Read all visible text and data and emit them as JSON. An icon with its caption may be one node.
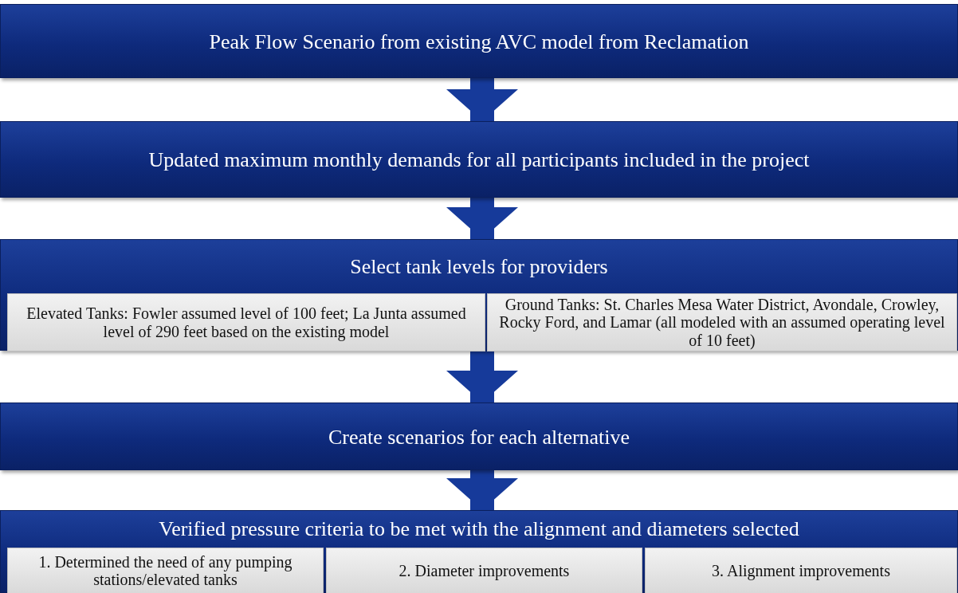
{
  "diagram": {
    "nodes": [
      {
        "text": [
          "Peak Flow Scenario from existing AVC model from Reclamation"
        ]
      },
      {
        "text": [
          "Updated maximum monthly demands for all participants included in the project"
        ]
      },
      {
        "text": [
          "Select tank levels for providers"
        ]
      },
      {
        "text": [
          "Elevated Tanks: Fowler assumed level of 100 feet; La Junta assumed level of 290 feet based on the existing model"
        ],
        "in": 2
      },
      {
        "text": [
          "Ground Tanks: St. Charles Mesa Water District, Avondale, Crowley, Rocky Ford, and Lamar (all modeled with an assumed operating level of 10 feet)"
        ],
        "in": 2
      },
      {
        "text": [
          "Create scenarios for each alternative"
        ]
      },
      {
        "text": [
          "Verified pressure criteria to be met with the alignment and diameters selected"
        ]
      },
      {
        "text": [
          "1. Determined the need of any pumping stations/elevated tanks"
        ],
        "in": 6
      },
      {
        "text": [
          "2. Diameter improvements"
        ],
        "in": 6
      },
      {
        "text": [
          "3. Alignment improvements"
        ],
        "in": 6
      }
    ],
    "edges": [
      {
        "from": 0,
        "to": 1,
        "arrow": "to"
      },
      {
        "from": 1,
        "to": 2,
        "arrow": "to"
      },
      {
        "from": 2,
        "to": 5,
        "arrow": "to"
      },
      {
        "from": 5,
        "to": 6,
        "arrow": "to"
      }
    ]
  }
}
